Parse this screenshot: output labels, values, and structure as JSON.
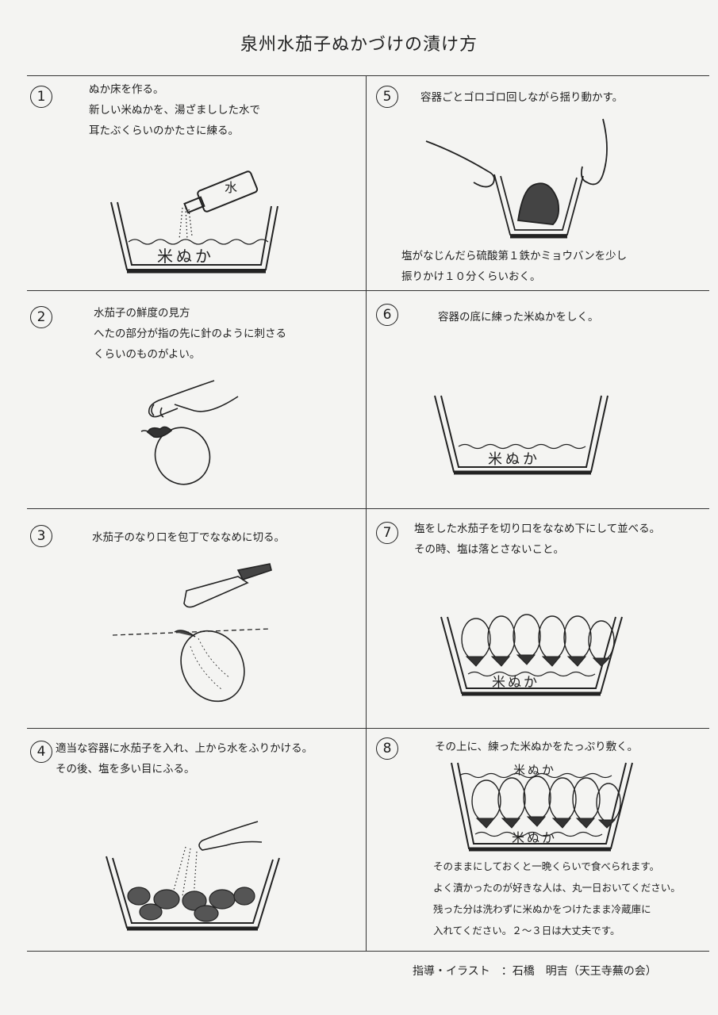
{
  "title": "泉州水茄子ぬかづけの漬け方",
  "steps": [
    {
      "num": "1",
      "lines": [
        "ぬか床を作る。",
        "新しい米ぬかを、湯ざましした水で",
        "耳たぶくらいのかたさに練る。"
      ],
      "labels": {
        "bottle": "水",
        "bran": "米ぬか"
      }
    },
    {
      "num": "2",
      "lines": [
        "水茄子の鮮度の見方",
        "へたの部分が指の先に針のように刺さる",
        "くらいのものがよい。"
      ]
    },
    {
      "num": "3",
      "lines": [
        "水茄子のなり口を包丁でななめに切る。"
      ]
    },
    {
      "num": "4",
      "lines": [
        "適当な容器に水茄子を入れ、上から水をふりかける。",
        "その後、塩を多い目にふる。"
      ]
    },
    {
      "num": "5",
      "lines": [
        "容器ごとゴロゴロ回しながら揺り動かす。"
      ],
      "after_lines": [
        "塩がなじんだら硫酸第１鉄かミョウバンを少し",
        "振りかけ１０分くらいおく。"
      ]
    },
    {
      "num": "6",
      "lines": [
        "容器の底に練った米ぬかをしく。"
      ],
      "labels": {
        "bran": "米ぬか"
      }
    },
    {
      "num": "7",
      "lines": [
        "塩をした水茄子を切り口をななめ下にして並べる。",
        "その時、塩は落とさないこと。"
      ],
      "labels": {
        "bran": "米ぬか"
      }
    },
    {
      "num": "8",
      "lines": [
        "その上に、練った米ぬかをたっぷり敷く。"
      ],
      "labels": {
        "top_bran": "米ぬか",
        "bran": "米ぬか"
      },
      "after_lines": [
        "そのままにしておくと一晩くらいで食べられます。",
        "よく漬かったのが好きな人は、丸一日おいてください。",
        "残った分は洗わずに米ぬかをつけたまま冷蔵庫に",
        "入れてください。２～３日は大丈夫です。"
      ]
    }
  ],
  "credit": "指導・イラスト　：石橋　明吉（天王寺蕪の会）"
}
